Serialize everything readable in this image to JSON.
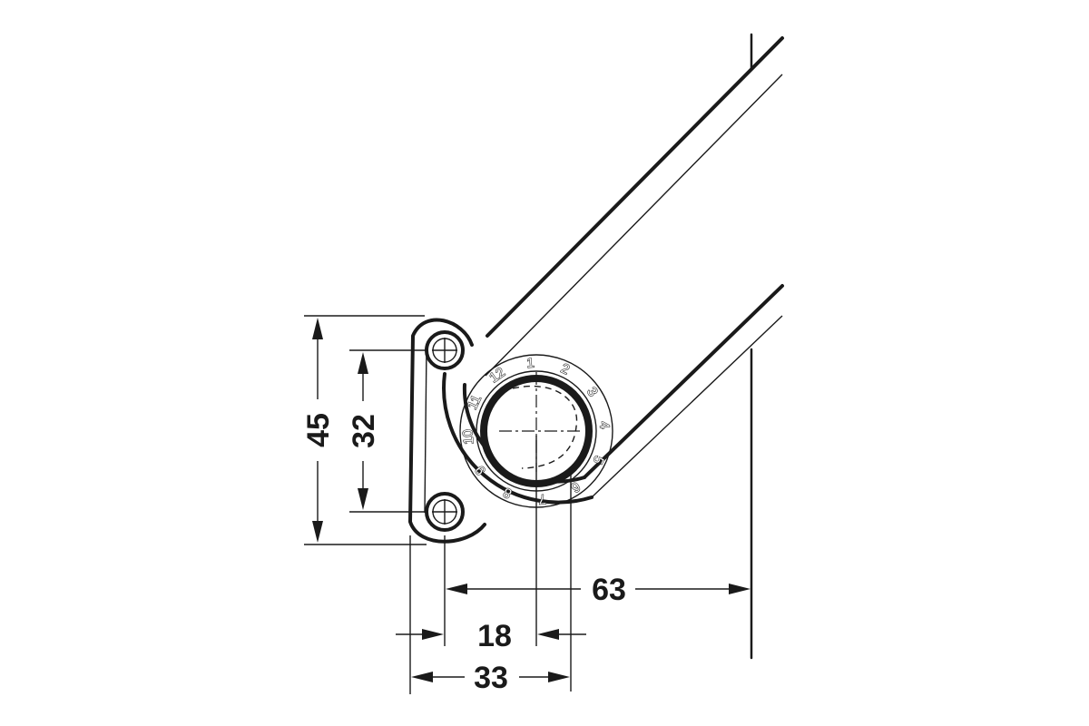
{
  "dimensions": {
    "height_outer": "45",
    "height_holes": "32",
    "width_63": "63",
    "width_18": "18",
    "width_33": "33"
  },
  "dial": {
    "numbers": [
      "9",
      "10",
      "11",
      "12",
      "1",
      "2",
      "3",
      "4",
      "5",
      "6",
      "7",
      "8"
    ]
  }
}
